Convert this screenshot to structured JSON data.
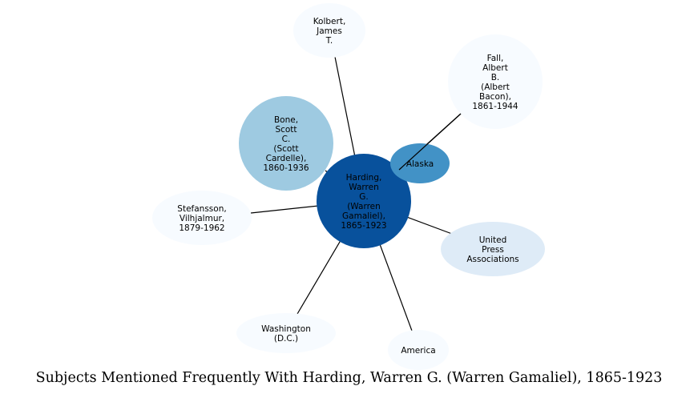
{
  "caption": "Subjects Mentioned Frequently With Harding, Warren G. (Warren Gamaliel), 1865-1923",
  "center": {
    "label_lines": [
      "Harding,",
      "Warren",
      "G.",
      "(Warren",
      "Gamaliel),",
      "1865-1923"
    ],
    "color": "#08519c"
  },
  "nodes": [
    {
      "id": "kolbert",
      "label_lines": [
        "Kolbert,",
        "James",
        "T."
      ],
      "color": "#f7fbff"
    },
    {
      "id": "fall",
      "label_lines": [
        "Fall,",
        "Albert",
        "B.",
        "(Albert",
        "Bacon),",
        "1861-1944"
      ],
      "color": "#f7fbff"
    },
    {
      "id": "bone",
      "label_lines": [
        "Bone,",
        "Scott",
        "C.",
        "(Scott",
        "Cardelle),",
        "1860-1936"
      ],
      "color": "#9ecae1"
    },
    {
      "id": "alaska",
      "label_lines": [
        "Alaska"
      ],
      "color": "#4292c6"
    },
    {
      "id": "stefansson",
      "label_lines": [
        "Stefansson,",
        "Vilhjalmur,",
        "1879-1962"
      ],
      "color": "#f7fbff"
    },
    {
      "id": "united-press",
      "label_lines": [
        "United",
        "Press",
        "Associations"
      ],
      "color": "#deebf7"
    },
    {
      "id": "washington",
      "label_lines": [
        "Washington",
        "(D.C.)"
      ],
      "color": "#f7fbff"
    },
    {
      "id": "america",
      "label_lines": [
        "America"
      ],
      "color": "#f7fbff"
    }
  ]
}
